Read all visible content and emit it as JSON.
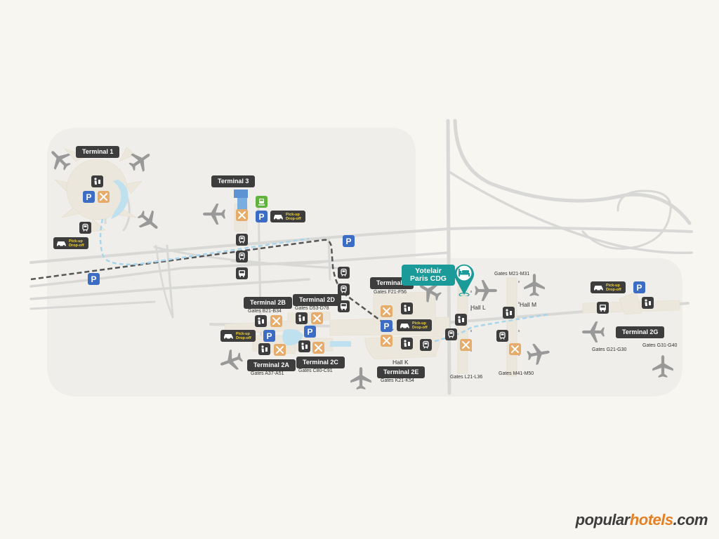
{
  "colors": {
    "background": "#f8f6f1",
    "airport_area": "#efeeeb",
    "roads": "#d8d8d6",
    "terminal_buildings": "#ece7dc",
    "water": "#bfe0ef",
    "train_line": "#555555",
    "shuttle_line": "#a7d5ec",
    "label_bg": "#3d3d3d",
    "parking": "#3d6cc4",
    "restaurant": "#e6ac6c",
    "bus_station": "#62b23f",
    "pickup_text": "#f2d234",
    "hotel": "#1a9a98",
    "plane": "#999999",
    "brand_dark": "#3d3d3d",
    "brand_accent": "#e67e22"
  },
  "terminals": {
    "t1": "Terminal 1",
    "t3": "Terminal 3",
    "t2a": "Terminal 2A",
    "t2b": "Terminal 2B",
    "t2c": "Terminal 2C",
    "t2d": "Terminal 2D",
    "t2e": "Terminal 2E",
    "t2f": "Terminal 2",
    "t2g": "Terminal 2G"
  },
  "gates": {
    "a": "Gates A37-A51",
    "b": "Gates B21-B34",
    "c": "Gates C80-C91",
    "d": "Gates D53-D78",
    "f": "Gates F21-F56",
    "k": "Gates K21-K54",
    "l": "Gates L21-L36",
    "m": "Gates M21-M31",
    "m2": "Gates M41-M50",
    "g1": "Gates G21-G30",
    "g2": "Gates G31-G40"
  },
  "halls": {
    "k": "Hall K",
    "l": "Hall L",
    "m": "Hall M"
  },
  "icons": {
    "parking": "P",
    "restaurant": "restaurant-icon",
    "passport": "passport-control-icon",
    "train": "train-icon",
    "bus": "bus-icon",
    "bus_station": "bus-station-icon",
    "car": "car-icon",
    "plane": "airplane-icon",
    "hotel": "bed-icon"
  },
  "pickup": {
    "line1": "Pick-up",
    "line2": "Drop-off"
  },
  "hotel": {
    "line1": "Yotelair",
    "line2": "Paris CDG"
  },
  "brand": {
    "part1": "popular",
    "part2": "hotels",
    "part3": ".com"
  }
}
